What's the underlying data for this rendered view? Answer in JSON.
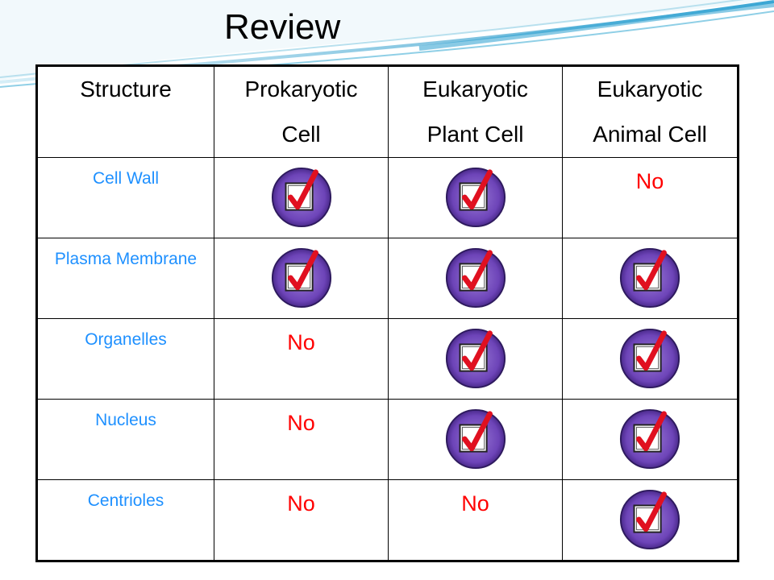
{
  "title": "Review",
  "header": {
    "col1": "Structure",
    "col2_line1": "Prokaryotic",
    "col2_line2": "Cell",
    "col3_line1": "Eukaryotic",
    "col3_line2": "Plant Cell",
    "col4_line1": "Eukaryotic",
    "col4_line2": "Animal Cell"
  },
  "rows": [
    {
      "structure": "Cell Wall",
      "prokaryotic": "check",
      "plant": "check",
      "animal": "No"
    },
    {
      "structure": "Plasma Membrane",
      "prokaryotic": "check",
      "plant": "check",
      "animal": "check"
    },
    {
      "structure": "Organelles",
      "prokaryotic": "No",
      "plant": "check",
      "animal": "check"
    },
    {
      "structure": "Nucleus",
      "prokaryotic": "No",
      "plant": "check",
      "animal": "check"
    },
    {
      "structure": "Centrioles",
      "prokaryotic": "No",
      "plant": "No",
      "animal": "check"
    }
  ],
  "icons": {
    "check": "checkbox-checkmark-icon"
  },
  "colors": {
    "structure_text": "#1e90ff",
    "no_text": "#ff0000",
    "badge": "#6a3fb0",
    "check": "#e01020"
  }
}
